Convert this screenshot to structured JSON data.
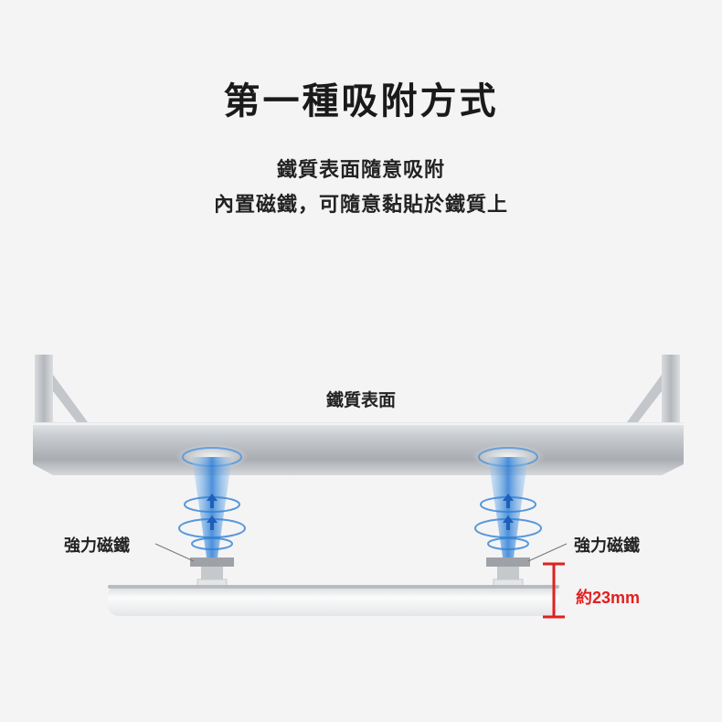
{
  "title": "第一種吸附方式",
  "subtitle_line1": "鐵質表面隨意吸附",
  "subtitle_line2": "內置磁鐵，可隨意黏貼於鐵質上",
  "surface_label": "鐵質表面",
  "magnet_label_left": "強力磁鐵",
  "magnet_label_right": "強力磁鐵",
  "measure_label": "約23mm",
  "colors": {
    "measure": "#e02020",
    "metal": "#b9bcc0",
    "field": "#3a8fe0"
  }
}
